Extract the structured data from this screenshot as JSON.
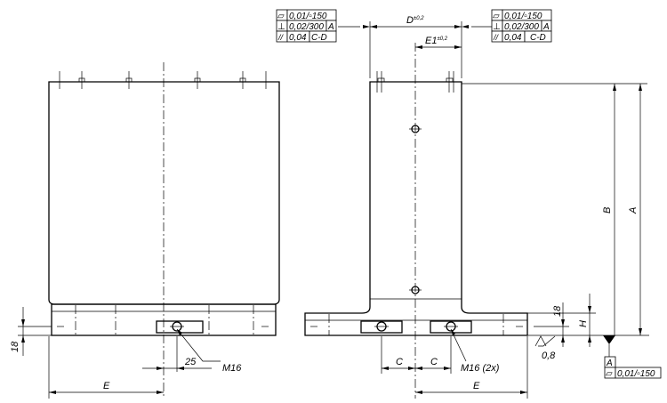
{
  "title": "",
  "tolerance_frames": {
    "top_left": {
      "rows": [
        {
          "symbol": "flatness-icon",
          "value": "0,01/▫150",
          "datum": ""
        },
        {
          "symbol": "perpendicularity-icon",
          "value": "0,02/300",
          "datum": "A"
        },
        {
          "symbol": "parallelism-icon",
          "value": "0,04",
          "datum": "C-D"
        }
      ]
    },
    "top_right": {
      "rows": [
        {
          "symbol": "flatness-icon",
          "value": "0,01/▫150",
          "datum": ""
        },
        {
          "symbol": "perpendicularity-icon",
          "value": "0,02/300",
          "datum": "A"
        },
        {
          "symbol": "parallelism-icon",
          "value": "0,04",
          "datum": "C-D"
        }
      ]
    },
    "bottom_right": {
      "datum": "A",
      "rows": [
        {
          "symbol": "flatness-icon",
          "value": "0,01/▫150"
        }
      ]
    }
  },
  "dimensions": {
    "D": {
      "label": "D",
      "tol": "±0,2"
    },
    "E1": {
      "label": "E1",
      "tol": "±0,2"
    },
    "A": "A",
    "B": "B",
    "H": "H",
    "C_left": "C",
    "C_right": "C",
    "E_left": "E",
    "E_right": "E",
    "left_18": "18",
    "right_18": "18",
    "d25": "25",
    "thread_left": "M16",
    "thread_right": "M16 (2x)"
  },
  "surface": {
    "roughness": "0,8"
  },
  "symbols": {
    "flatness": "▱",
    "perpendicularity": "⊥",
    "parallelism": "//"
  },
  "colors": {
    "line": "#000000",
    "background": "#ffffff"
  }
}
